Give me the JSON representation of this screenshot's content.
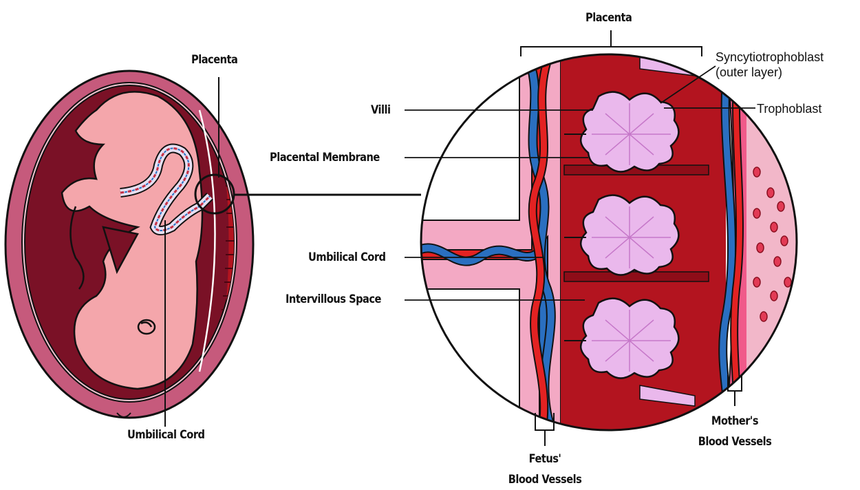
{
  "labels": {
    "placenta_left": "Placenta",
    "umbilical_cord_left": "Umbilical Cord",
    "placenta_top": "Placenta",
    "syncytiotrophoblast_line1": "Syncytiotrophoblast",
    "syncytiotrophoblast_line2": "(outer layer)",
    "trophoblast": "Trophoblast",
    "villi": "Villi",
    "placental_membrane": "Placental Membrane",
    "umbilical_cord_right": "Umbilical Cord",
    "intervillous_space": "Intervillous Space",
    "fetus_blood_vessels_line1": "Fetus'",
    "fetus_blood_vessels_line2": "Blood Vessels",
    "mothers_blood_vessels_line1": "Mother's",
    "mothers_blood_vessels_line2": "Blood Vessels"
  },
  "colors": {
    "uterus_outer": "#c65a7c",
    "uterus_inner": "#7a1126",
    "fetus_skin": "#f4a6ab",
    "placenta_red": "#b3141f",
    "artery_red": "#e32222",
    "vein_blue": "#2a6fc0",
    "villi_lilac": "#eab8ec",
    "membrane_pink": "#f3a9c4",
    "maternal_pink": "#f05a8a"
  }
}
